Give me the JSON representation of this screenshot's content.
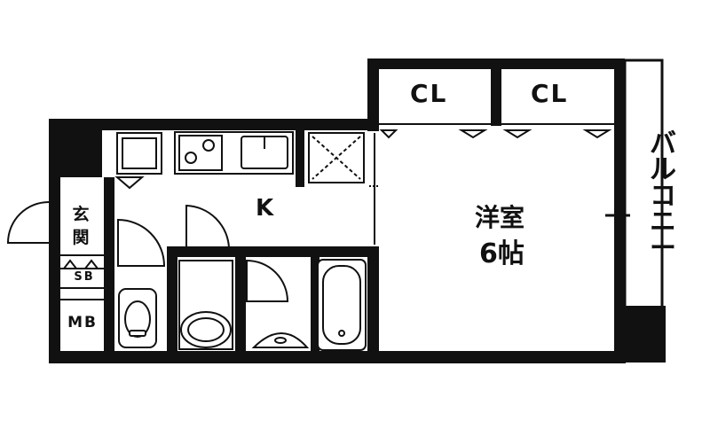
{
  "rooms": {
    "closet_1": "CL",
    "closet_2": "CL",
    "kitchen": "K",
    "western_room": "洋室",
    "room_size": "6帖",
    "entrance": "玄関",
    "shoe_box": "SB",
    "meter_box": "MB",
    "balcony": "バルコニー"
  },
  "colors": {
    "wall": "#111111",
    "background": "#ffffff"
  }
}
